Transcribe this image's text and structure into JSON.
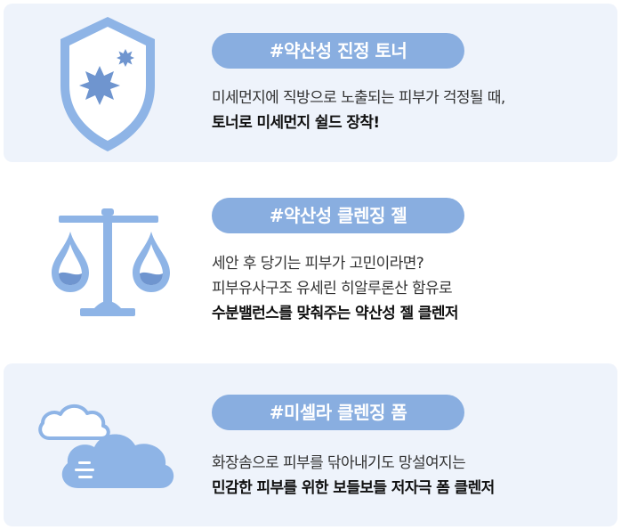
{
  "colors": {
    "card_background": "#eef3fb",
    "pill_background": "#89aee0",
    "icon_blue": "#8eb4e6",
    "icon_dark": "#6f95cf",
    "text_body": "#333333",
    "text_strong": "#111111"
  },
  "cards": [
    {
      "icon": "shield-icon",
      "tag": "#약산성 진정 토너",
      "lines": [
        "미세먼지에 직방으로 노출되는 피부가 걱정될 때,",
        "토너로 미세먼지 쉴드 장착!"
      ],
      "strong_line_index": 1
    },
    {
      "icon": "balance-scale-icon",
      "tag": "#약산성 클렌징 젤",
      "lines": [
        "세안 후 당기는 피부가 고민이라면?",
        "피부유사구조 유세린 히알루론산 함유로",
        "수분밸런스를 맞춰주는 약산성 젤 클렌저"
      ],
      "strong_line_index": 2
    },
    {
      "icon": "cloud-icon",
      "tag": "#미셀라 클렌징 폼",
      "lines": [
        "화장솜으로 피부를 닦아내기도 망설여지는",
        "민감한 피부를 위한 보들보들 저자극 폼 클렌저"
      ],
      "strong_line_index": 1
    }
  ]
}
